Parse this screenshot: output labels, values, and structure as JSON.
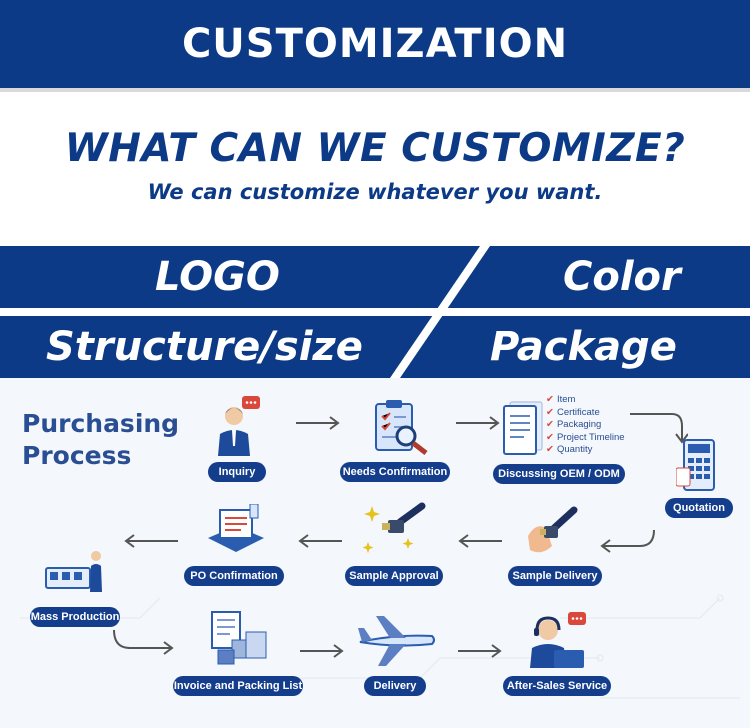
{
  "banner": {
    "title": "CUSTOMIZATION"
  },
  "intro": {
    "headline": "WHAT CAN WE CUSTOMIZE?",
    "subline": "We can customize whatever you want."
  },
  "options": {
    "logo": "LOGO",
    "color": "Color",
    "structure": "Structure/size",
    "package": "Package"
  },
  "process": {
    "title_line1": "Purchasing",
    "title_line2": "Process",
    "steps": {
      "inquiry": "Inquiry",
      "needs_confirmation": "Needs Confirmation",
      "discussing": "Discussing OEM / ODM",
      "quotation": "Quotation",
      "sample_delivery": "Sample Delivery",
      "sample_approval": "Sample Approval",
      "po_confirmation": "PO Confirmation",
      "mass_production": "Mass Production",
      "invoice": "Invoice and Packing List",
      "delivery": "Delivery",
      "after_sales": "After-Sales Service"
    },
    "checklist": [
      "Item",
      "Certificate",
      "Packaging",
      "Project Timeline",
      "Quantity"
    ]
  },
  "colors": {
    "brand_blue": "#0c3a86",
    "pill_blue": "#143d8c",
    "accent_red": "#d9483b"
  }
}
